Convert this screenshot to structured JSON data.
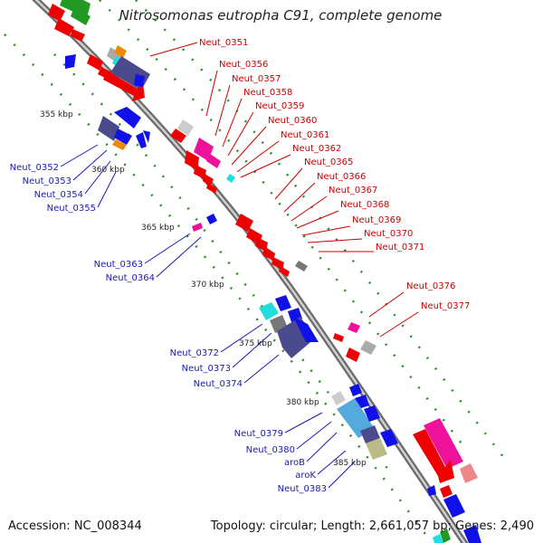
{
  "title": "Nitrosomonas eutropha C91, complete genome",
  "accession": "Accession: NC_008344",
  "topology": "Topology: circular; Length: 2,661,057 bp; Genes: 2,490",
  "colors": {
    "backbone": "#8c8c8c",
    "forward_label": "#cc0000",
    "reverse_label": "#1a1ab4",
    "tick_dot": "#2b8a2b",
    "red": "#ee0000",
    "blue": "#1010e8",
    "navy": "#4a4a8c",
    "magenta": "#ee1199",
    "cyan": "#22dddd",
    "sky": "#55aadd",
    "gray": "#aaaaaa",
    "darkgray": "#777777",
    "orange": "#ee8800",
    "olive": "#bbbb88",
    "pink": "#ee8888",
    "green": "#229922"
  },
  "kbp_labels": [
    "355 kbp",
    "360 kbp",
    "365 kbp",
    "370 kbp",
    "375 kbp",
    "380 kbp",
    "385 kbp"
  ],
  "forward_genes": [
    "Neut_0351",
    "Neut_0356",
    "Neut_0357",
    "Neut_0358",
    "Neut_0359",
    "Neut_0360",
    "Neut_0361",
    "Neut_0362",
    "Neut_0365",
    "Neut_0366",
    "Neut_0367",
    "Neut_0368",
    "Neut_0369",
    "Neut_0370",
    "Neut_0371",
    "Neut_0376",
    "Neut_0377"
  ],
  "reverse_genes": [
    "Neut_0352",
    "Neut_0353",
    "Neut_0354",
    "Neut_0355",
    "Neut_0363",
    "Neut_0364",
    "Neut_0372",
    "Neut_0373",
    "Neut_0374",
    "Neut_0379",
    "Neut_0380",
    "aroB",
    "aroK",
    "Neut_0383"
  ]
}
